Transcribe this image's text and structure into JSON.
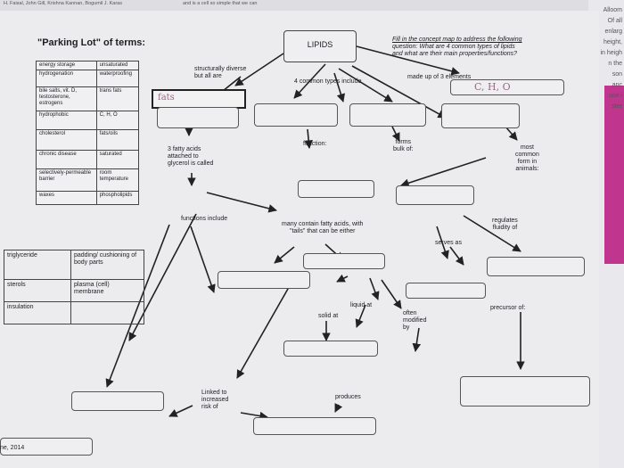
{
  "top_text": {
    "left": "H. Faisal, John Gill, Krishna Kannan, Bogumil J. Karas",
    "mid": "and is a cell so simple that we can"
  },
  "right_page": {
    "lines": [
      "Alloom",
      "Of all",
      "enlarg",
      "height,",
      "in heigh",
      "n the",
      "son",
      "anc",
      "use i",
      "ster"
    ]
  },
  "parking_lot": {
    "title": "\"Parking Lot\" of terms:",
    "rows": [
      [
        "energy storage",
        "unsaturated"
      ],
      [
        "hydrogenation",
        "waterproofing"
      ],
      [
        "bile salts, vit. D, testosterone, estrogens",
        "trans fats"
      ],
      [
        "hydrophobic",
        "C, H, O"
      ],
      [
        "cholesterol",
        "fats/oils"
      ],
      [
        "chronic disease",
        "saturated"
      ],
      [
        "selectively-permeable barrier",
        "room temperature"
      ],
      [
        "waxes",
        "phospholipids"
      ]
    ],
    "rows_big": [
      [
        "triglyceride",
        "padding/ cushioning of body parts"
      ],
      [
        "sterols",
        "plasma (cell) membrane"
      ],
      [
        "insulation",
        ""
      ]
    ]
  },
  "instructions": {
    "line1": "Fill in the concept map to address the following",
    "line2": "question: What are 4 common types of lipids",
    "line3": "and what are their main properties/functions?"
  },
  "concept_map": {
    "center": "LIPIDS",
    "labels": {
      "structurally": "structurally diverse",
      "but_all_are": "but all are",
      "four_types": "4 common types include",
      "made_up": "made up of 3 elements",
      "fatty1": "3 fatty acids",
      "fatty2": "attached to",
      "fatty3": "glycerol is called",
      "function": "function:",
      "forms1": "forms",
      "forms2": "bulk of:",
      "most1": "most",
      "most2": "common",
      "most3": "form in",
      "most4": "animals:",
      "func_include": "functions include",
      "many1": "many contain fatty acids, with",
      "many2": "\"tails\" that can be either",
      "regulates1": "regulates",
      "regulates2": "fluidity of",
      "serves": "serves as",
      "liquid": "liquid at",
      "solid": "solid at",
      "often1": "often",
      "often2": "modified",
      "often3": "by",
      "precursor": "precursor of:",
      "linked1": "Linked to",
      "linked2": "increased",
      "linked3": "risk of",
      "produces": "produces"
    },
    "handwritten": {
      "fats": "fats",
      "elements": "C, H, O"
    }
  },
  "footer": "ne, 2014"
}
